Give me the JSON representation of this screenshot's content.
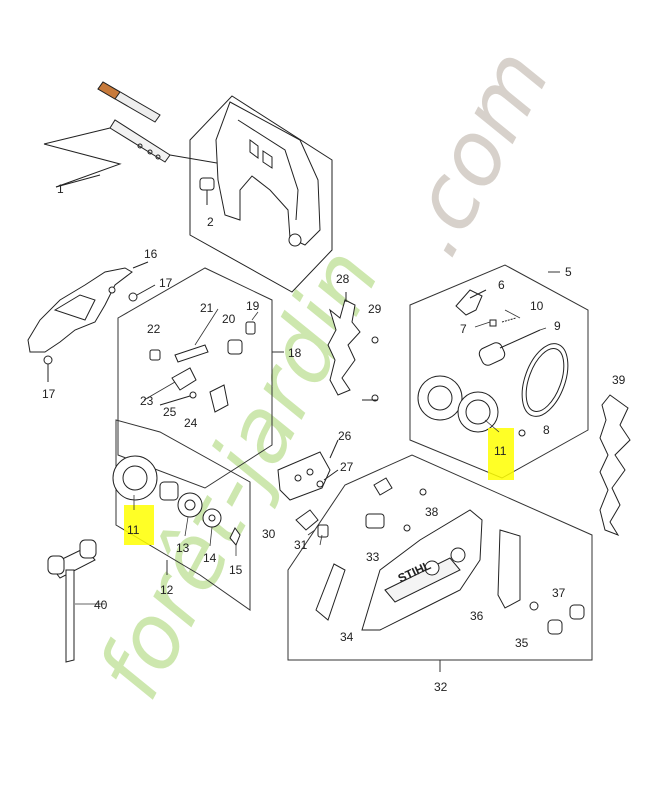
{
  "watermark": {
    "brand": "forêt-jardin",
    "tld": ".com",
    "color_green": "#c5e3a0",
    "color_grey": "#d3cdc6"
  },
  "highlight_color": "#ffff00",
  "labels": {
    "n1": "1",
    "n2": "2",
    "n5": "5",
    "n6": "6",
    "n7": "7",
    "n8": "8",
    "n9": "9",
    "n10": "10",
    "n11a": "11",
    "n11b": "11",
    "n12": "12",
    "n13": "13",
    "n14": "14",
    "n15": "15",
    "n16": "16",
    "n17a": "17",
    "n17b": "17",
    "n18": "18",
    "n19": "19",
    "n20": "20",
    "n21": "21",
    "n22": "22",
    "n23": "23",
    "n24": "24",
    "n25": "25",
    "n26": "26",
    "n27": "27",
    "n28": "28",
    "n29": "29",
    "n30": "30",
    "n31": "31",
    "n32": "32",
    "n33": "33",
    "n34": "34",
    "n35": "35",
    "n36": "36",
    "n37": "37",
    "n38": "38",
    "n39": "39",
    "n40": "40"
  },
  "cover_text": "STIHL"
}
